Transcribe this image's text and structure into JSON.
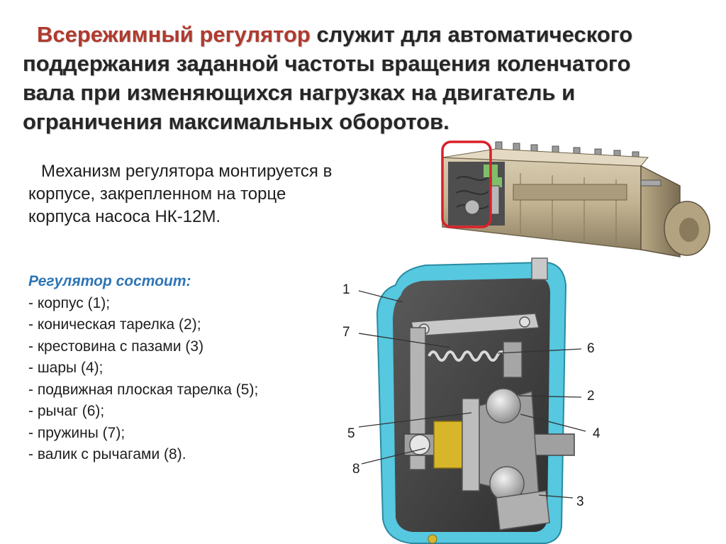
{
  "intro": {
    "accent": "Всережимный регулятор",
    "line1_rest": " служит для автоматического",
    "line2": "поддержания заданной частоты вращения коленчатого",
    "line3": "вала при изменяющихся нагрузках на двигатель и",
    "line4": "ограничения максимальных оборотов."
  },
  "mount": {
    "line1": "Механизм регулятора монтируется в",
    "line2": "корпусе, закрепленном на торце",
    "line3": "корпуса насоса НК-12М."
  },
  "parts": {
    "title": "Регулятор состоит:",
    "items": [
      "- корпус (1);",
      "- коническая тарелка (2);",
      "- крестовина с пазами (3)",
      "- шары (4);",
      "- подвижная плоская тарелка (5);",
      "- рычаг (6);",
      "- пружины (7);",
      "- валик с рычагами (8)."
    ]
  },
  "callouts": [
    "1",
    "7",
    "6",
    "2",
    "5",
    "4",
    "8",
    "3"
  ],
  "colors": {
    "accent_text": "#b03a2e",
    "list_title": "#2e74b5",
    "highlight_frame": "#d9202a",
    "housing_cyan": "#56c8e0",
    "interior_dark": "#3e3e3e",
    "brass": "#d8b62a"
  }
}
